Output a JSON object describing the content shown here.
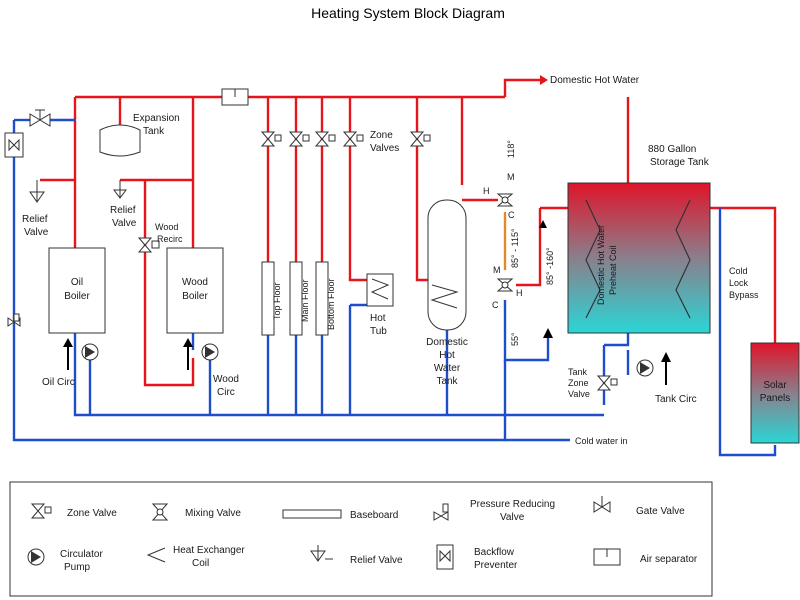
{
  "title": "Heating System Block Diagram",
  "colors": {
    "hot": "#e8141b",
    "cold": "#1e4ecc",
    "line": "#333333",
    "tank_top": "#e0142a",
    "tank_bottom": "#2ad6d6",
    "orange": "#e08a2a"
  },
  "labels": {
    "domestic_hot_water": "Domestic Hot Water",
    "expansion_tank": [
      "Expansion",
      "Tank"
    ],
    "zone_valves": [
      "Zone",
      "Valves"
    ],
    "relief_valve_left": [
      "Relief",
      "Valve"
    ],
    "relief_valve_mid": [
      "Relief",
      "Valve"
    ],
    "wood_recirc": [
      "Wood",
      "Recirc"
    ],
    "oil_boiler": [
      "Oil",
      "Boiler"
    ],
    "wood_boiler": [
      "Wood",
      "Boiler"
    ],
    "oil_circ": "Oil Circ",
    "wood_circ": [
      "Wood",
      "Circ"
    ],
    "top_floor": "Top Floor",
    "main_floor": "Main Floor",
    "bottom_floor": "Bottom Floor",
    "hot_tub": [
      "Hot",
      "Tub"
    ],
    "dhw_tank": [
      "Domestic",
      "Hot",
      "Water",
      "Tank"
    ],
    "storage_tank": [
      "880 Gallon",
      "Storage Tank"
    ],
    "preheat_coil": [
      "Domestic Hot Water",
      "Preheat Coil"
    ],
    "temp_118": "118°",
    "temp_85_115": "85° - 115°",
    "temp_85_160": "85° -160°",
    "temp_55": "55°",
    "port_h1": "H",
    "port_m1": "M",
    "port_c1": "C",
    "port_m2": "M",
    "port_c2": "C",
    "port_h2": "H",
    "cold_lock_bypass": [
      "Cold",
      "Lock",
      "Bypass"
    ],
    "solar_panels": [
      "Solar",
      "Panels"
    ],
    "tank_zone_valve": [
      "Tank",
      "Zone",
      "Valve"
    ],
    "tank_circ": "Tank Circ",
    "cold_water_in": "Cold water in"
  },
  "legend": {
    "zone_valve": "Zone Valve",
    "mixing_valve": "Mixing Valve",
    "baseboard": "Baseboard",
    "pressure_reducing_valve": [
      "Pressure Reducing",
      "Valve"
    ],
    "gate_valve": "Gate Valve",
    "circulator_pump": [
      "Circulator",
      "Pump"
    ],
    "heat_exchanger_coil": [
      "Heat Exchanger",
      "Coil"
    ],
    "relief_valve": "Relief Valve",
    "backflow_preventer": [
      "Backflow",
      "Preventer"
    ],
    "air_separator": "Air separator"
  }
}
